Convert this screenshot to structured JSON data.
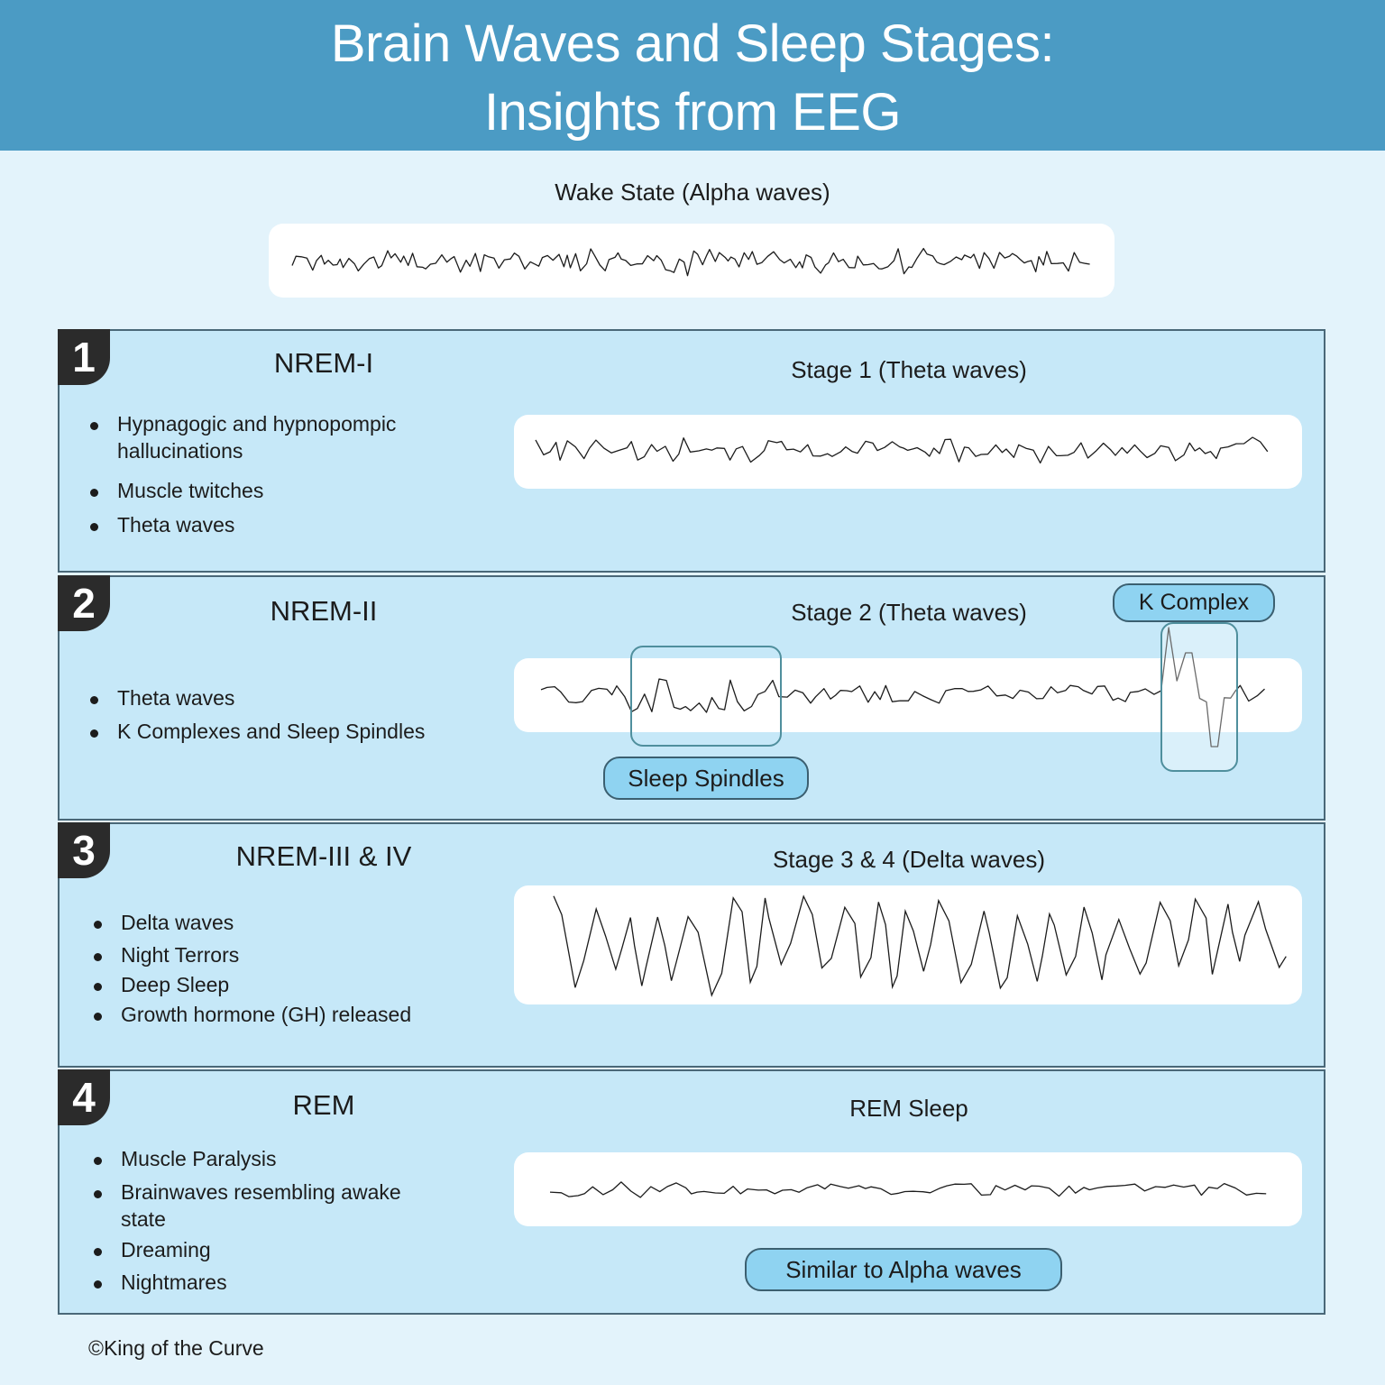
{
  "header": {
    "title_line1": "Brain Waves and Sleep Stages:",
    "title_line2": "Insights from EEG"
  },
  "wake": {
    "label": "Wake State (Alpha waves)"
  },
  "stages": [
    {
      "number": "1",
      "name": "NREM-I",
      "trace_title": "Stage 1 (Theta waves)",
      "bullets": [
        "Hypnagogic and hypnopompic hallucinations",
        "Muscle twitches",
        "Theta waves"
      ]
    },
    {
      "number": "2",
      "name": "NREM-II",
      "trace_title": "Stage 2 (Theta waves)",
      "bullets": [
        "Theta waves",
        "K Complexes and Sleep Spindles"
      ],
      "callouts": {
        "k_complex": "K Complex",
        "sleep_spindles": "Sleep Spindles"
      }
    },
    {
      "number": "3",
      "name": "NREM-III & IV",
      "trace_title": "Stage 3 & 4 (Delta waves)",
      "bullets": [
        "Delta waves",
        "Night Terrors",
        "Deep Sleep",
        "Growth hormone (GH) released"
      ]
    },
    {
      "number": "4",
      "name": "REM",
      "trace_title": "REM Sleep",
      "bullets": [
        "Muscle Paralysis",
        "Brainwaves resembling awake state",
        "Dreaming",
        "Nightmares"
      ],
      "callouts": {
        "similar": "Similar to Alpha waves"
      }
    }
  ],
  "footer": {
    "copyright": "©King of the Curve"
  },
  "colors": {
    "header": "#4b9bc4",
    "panel": "#c6e8f8",
    "background": "#e3f3fb",
    "pill": "#8fd3f1",
    "trace": "#1c1c1c"
  }
}
